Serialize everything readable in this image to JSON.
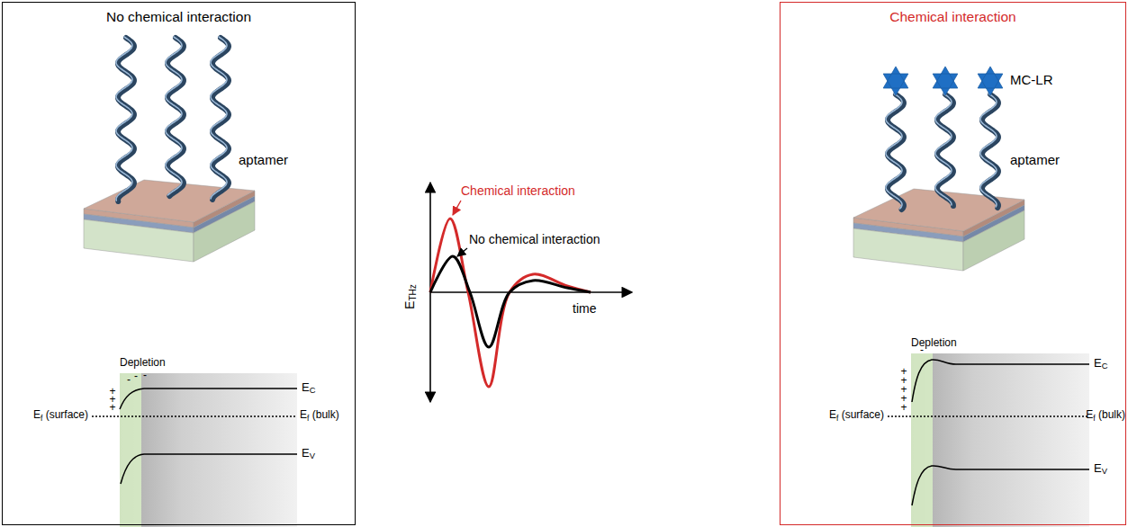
{
  "diagram": {
    "nodes": [
      {
        "text": [
          "No chemical interaction"
        ]
      },
      {
        "text": [
          "Chemical interaction"
        ]
      }
    ],
    "labels": [
      "aptamer",
      "Depletion",
      "+",
      "+",
      "+",
      "-",
      "-",
      "-",
      "EC",
      "Ef (surface)",
      "Ef (bulk)",
      "EV",
      "Chemical interaction",
      "No chemical interaction",
      "ETHz",
      "time",
      "MC-LR",
      "aptamer",
      "Depletion",
      "+",
      "+",
      "+",
      "+",
      "+",
      "-",
      "EC",
      "Ef (surface)",
      "Ef (bulk)",
      "EV"
    ]
  }
}
